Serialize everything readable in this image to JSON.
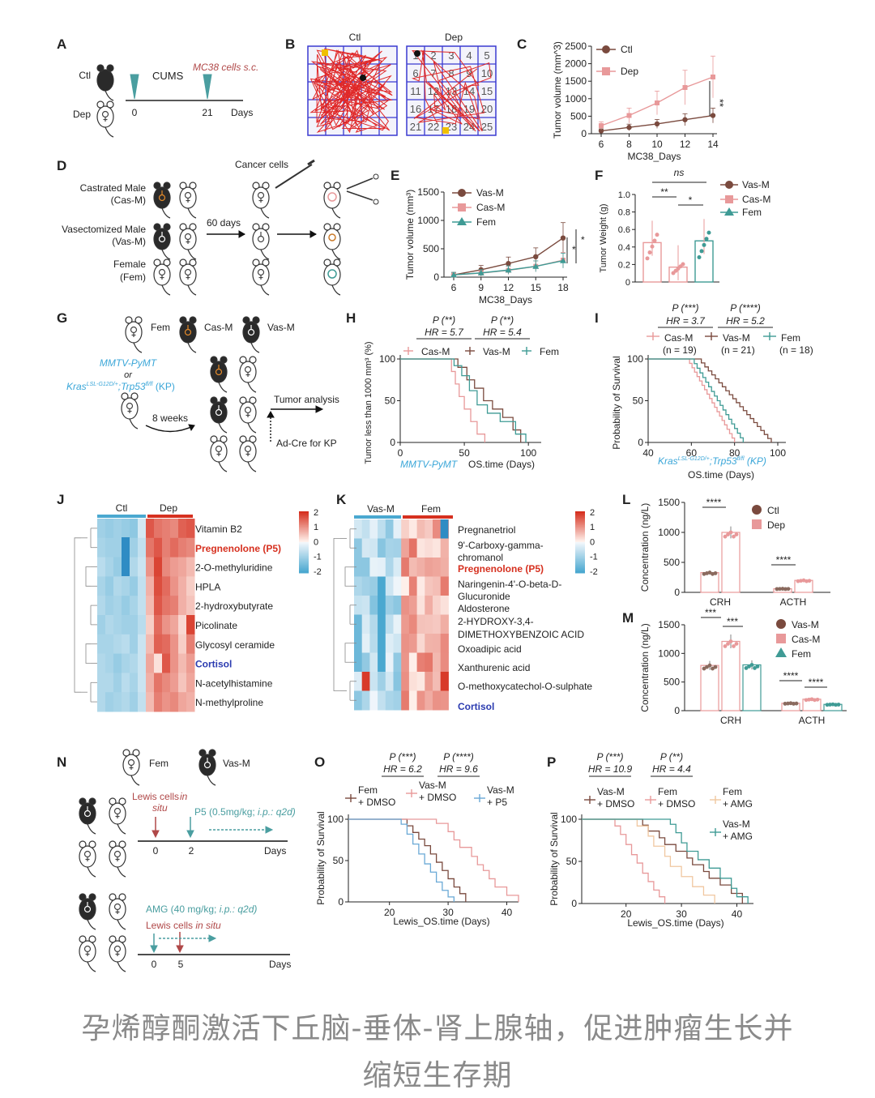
{
  "colors": {
    "ctl": "#7a4a3e",
    "dep": "#e8999a",
    "vas": "#7a4a3e",
    "cas": "#e8999a",
    "fem": "#3f9b95",
    "heat_hi": "#d6301f",
    "heat_lo": "#4aa8d0",
    "cortisol": "#2b3bb0",
    "preg": "#d6301f",
    "teal": "#4a9ea0",
    "arrowred": "#b04848"
  },
  "panels": {
    "A": {
      "letter": "A",
      "ctl": "Ctl",
      "dep": "Dep",
      "cums": "CUMS",
      "mc38": "MC38 cells s.c.",
      "t0": "0",
      "t21": "21",
      "days": "Days"
    },
    "B": {
      "letter": "B",
      "ctl": "Ctl",
      "dep": "Dep",
      "grid_ctl": [
        "",
        "",
        "",
        "",
        "",
        "",
        "",
        "",
        "",
        "",
        "",
        "",
        "",
        "",
        "",
        "",
        "",
        "",
        "",
        "",
        "",
        "",
        "",
        "",
        ""
      ],
      "grid_dep": [
        "1",
        "2",
        "3",
        "4",
        "5",
        "6",
        "7",
        "8",
        "9",
        "10",
        "11",
        "12",
        "13",
        "14",
        "15",
        "16",
        "17",
        "18",
        "19",
        "20",
        "21",
        "22",
        "23",
        "24",
        "25"
      ]
    },
    "C": {
      "letter": "C"
    },
    "D": {
      "letter": "D",
      "cancer": "Cancer cells",
      "cas_a": "Castrated Male",
      "cas_b": "(Cas-M)",
      "vas_a": "Vasectomized Male",
      "vas_b": "(Vas-M)",
      "fem_a": "Female",
      "fem_b": "(Fem)",
      "days60": "60 days"
    },
    "E": {
      "letter": "E"
    },
    "F": {
      "letter": "F"
    },
    "G": {
      "letter": "G",
      "fem": "Fem",
      "cas": "Cas-M",
      "vas": "Vas-M",
      "mmtv": "MMTV-PyMT",
      "or": "or",
      "kras": "Kras",
      "kras_sup": "LSL-G12D/+",
      "trp": ";Trp53",
      "trp_sup": "fl/fl",
      "kp": " (KP)",
      "weeks": "8 weeks",
      "tumor": "Tumor analysis",
      "adcre": "Ad-Cre for KP"
    },
    "H": {
      "letter": "H"
    },
    "I": {
      "letter": "I"
    },
    "J": {
      "letter": "J",
      "ctl": "Ctl",
      "dep": "Dep",
      "rows": [
        "Vitamin B2",
        "Pregnenolone (P5)",
        "2-O-methyluridine",
        "HPLA",
        "2-hydroxybutyrate",
        "Picolinate",
        "Glycosyl ceramide",
        "Cortisol",
        "N-acetylhistamine",
        "N-methylproline"
      ],
      "scale": [
        "2",
        "1",
        "0",
        "-1",
        "-2"
      ]
    },
    "K": {
      "letter": "K",
      "vas": "Vas-M",
      "fem": "Fem",
      "rows": [
        "Pregnanetriol",
        "9'-Carboxy-gamma-",
        "chromanol",
        "Pregnenolone (P5)",
        "Naringenin-4'-O-beta-D-",
        "Glucuronide",
        "Aldosterone",
        "2-HYDROXY-3,4-",
        "DIMETHOXYBENZOIC ACID",
        "Oxoadipic acid",
        "Xanthurenic acid",
        "O-methoxycatechol-O-sulphate",
        "Cortisol"
      ],
      "scale": [
        "2",
        "1",
        "0",
        "-1",
        "-2"
      ]
    },
    "L": {
      "letter": "L"
    },
    "M": {
      "letter": "M"
    },
    "N": {
      "letter": "N",
      "fem": "Fem",
      "vas": "Vas-M",
      "lewis1a": "Lewis cells",
      "lewis1b": "in",
      "lewis1c": "situ",
      "p5": "P5 (0.5mg/kg;",
      "p5b": " i.p.:",
      "p5c": " q2d)",
      "t0": "0",
      "t2": "2",
      "days": "Days",
      "amg": "AMG (40 mg/kg;",
      "amgb": " i.p.:",
      "amgc": " q2d)",
      "lewis2": "Lewis cells",
      "lewis2b": " in situ",
      "t0b": "0",
      "t5": "5",
      "days2": "Days"
    },
    "O": {
      "letter": "O"
    },
    "P": {
      "letter": "P"
    }
  },
  "chart_data": [
    {
      "panel": "C",
      "type": "line",
      "xlabel": "MC38_Days",
      "ylabel": "Tumor volume (mm^3)",
      "x": [
        6,
        8,
        10,
        12,
        14
      ],
      "ylim": [
        0,
        2500
      ],
      "yticks": [
        0,
        500,
        1000,
        1500,
        2000,
        2500
      ],
      "series": [
        {
          "name": "Ctl",
          "values": [
            80,
            180,
            280,
            400,
            520
          ]
        },
        {
          "name": "Dep",
          "values": [
            230,
            520,
            880,
            1320,
            1620
          ]
        }
      ],
      "annotation": "**",
      "legend": "top-left"
    },
    {
      "panel": "E",
      "type": "line",
      "xlabel": "MC38_Days",
      "ylabel": "Tumor volume (mm³)",
      "x": [
        6,
        9,
        12,
        15,
        18
      ],
      "ylim": [
        0,
        1500
      ],
      "yticks": [
        0,
        500,
        1000,
        1500
      ],
      "series": [
        {
          "name": "Vas-M",
          "values": [
            40,
            130,
            240,
            360,
            690
          ]
        },
        {
          "name": "Cas-M",
          "values": [
            40,
            70,
            120,
            190,
            300
          ]
        },
        {
          "name": "Fem",
          "values": [
            40,
            75,
            125,
            190,
            290
          ]
        }
      ],
      "annotations": [
        "*",
        "*"
      ],
      "legend": "top-left"
    },
    {
      "panel": "F",
      "type": "bar",
      "ylabel": "Tumor Weight (g)",
      "categories": [
        "Vas-M",
        "Cas-M",
        "Fem"
      ],
      "values": [
        0.45,
        0.17,
        0.47
      ],
      "ylim": [
        0,
        1.0
      ],
      "yticks": [
        "0",
        "0.2",
        "0.4",
        "0.6",
        "0.8",
        "1.0"
      ],
      "annotations": [
        "ns",
        "**",
        "*"
      ]
    },
    {
      "panel": "H",
      "type": "line",
      "ylabel": "Tumor less than 1000 mm³ (%)",
      "xlabel": "OS.time (Days)",
      "xlabel_prefix": "MMTV-PyMT",
      "xticks": [
        0,
        50,
        100
      ],
      "yticks": [
        0,
        50,
        100
      ],
      "stats": [
        {
          "p": "P (**)",
          "hr": "HR = 5.7"
        },
        {
          "p": "P (**)",
          "hr": "HR = 5.4"
        }
      ],
      "series": [
        {
          "name": "Cas-M"
        },
        {
          "name": "Vas-M"
        },
        {
          "name": "Fem"
        }
      ]
    },
    {
      "panel": "I",
      "type": "line",
      "ylabel": "Probability of Survival",
      "xlabel": "OS.time (Days)",
      "xlabel_prefix": "KP",
      "xticks": [
        40,
        60,
        80,
        100
      ],
      "yticks": [
        0,
        50,
        100
      ],
      "stats": [
        {
          "p": "P (***)",
          "hr": "HR = 3.7"
        },
        {
          "p": "P (****)",
          "hr": "HR = 5.2"
        }
      ],
      "series": [
        {
          "name": "Cas-M",
          "n": "(n = 19)"
        },
        {
          "name": "Vas-M",
          "n": "(n = 21)"
        },
        {
          "name": "Fem",
          "n": "(n = 18)"
        }
      ]
    },
    {
      "panel": "L",
      "type": "bar",
      "ylabel": "Concentration (ng/L)",
      "categories": [
        "CRH",
        "ACTH"
      ],
      "ylim": [
        0,
        1500
      ],
      "yticks": [
        0,
        500,
        1000,
        1500
      ],
      "series": [
        {
          "name": "Ctl",
          "values": [
            330,
            60
          ]
        },
        {
          "name": "Dep",
          "values": [
            1000,
            200
          ]
        }
      ],
      "annotations": [
        "****",
        "****"
      ]
    },
    {
      "panel": "M",
      "type": "bar",
      "ylabel": "Concentration (ng/L)",
      "categories": [
        "CRH",
        "ACTH"
      ],
      "ylim": [
        0,
        1500
      ],
      "yticks": [
        0,
        500,
        1000,
        1500
      ],
      "series": [
        {
          "name": "Vas-M",
          "values": [
            790,
            130
          ]
        },
        {
          "name": "Cas-M",
          "values": [
            1210,
            200
          ]
        },
        {
          "name": "Fem",
          "values": [
            800,
            110
          ]
        }
      ],
      "annotations": [
        "***",
        "***",
        "****",
        "****"
      ]
    },
    {
      "panel": "O",
      "type": "line",
      "ylabel": "Probability of Survival",
      "xlabel": "Lewis_OS.time (Days)",
      "xticks": [
        20,
        30,
        40
      ],
      "yticks": [
        0,
        50,
        100
      ],
      "stats": [
        {
          "p": "P (***)",
          "hr": "HR = 6.2"
        },
        {
          "p": "P (****)",
          "hr": "HR = 9.6"
        }
      ],
      "series": [
        {
          "name": "Fem + DMSO",
          "l1": "Fem",
          "l2": "+ DMSO"
        },
        {
          "name": "Vas-M + DMSO",
          "l1": "Vas-M",
          "l2": "+ DMSO"
        },
        {
          "name": "Vas-M + P5",
          "l1": "Vas-M",
          "l2": "+ P5"
        }
      ]
    },
    {
      "panel": "P",
      "type": "line",
      "ylabel": "Probability of Survival",
      "xlabel": "Lewis_OS.time (Days)",
      "xticks": [
        20,
        30,
        40
      ],
      "yticks": [
        0,
        50,
        100
      ],
      "stats": [
        {
          "p": "P (***)",
          "hr": "HR = 10.9"
        },
        {
          "p": "P (**)",
          "hr": "HR = 4.4"
        }
      ],
      "series": [
        {
          "name": "Vas-M + DMSO",
          "l1": "Vas-M",
          "l2": "+ DMSO"
        },
        {
          "name": "Fem + DMSO",
          "l1": "Fem",
          "l2": "+ DMSO"
        },
        {
          "name": "Fem + AMG",
          "l1": "Fem",
          "l2": "+ AMG"
        },
        {
          "name": "Vas-M + AMG",
          "l1": "Vas-M",
          "l2": "+ AMG"
        }
      ]
    }
  ],
  "caption": {
    "line1": "孕烯醇酮激活下丘脑-垂体-肾上腺轴，促进肿瘤生长并",
    "line2": "缩短生存期"
  }
}
